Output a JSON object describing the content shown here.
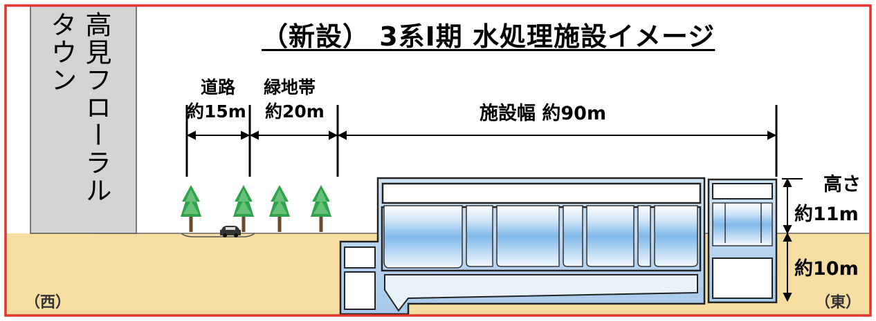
{
  "title": "（新設） 3系Ⅰ期  水処理施設イメージ",
  "town": {
    "line1": "高見フローラル",
    "line2": "タウン"
  },
  "road": {
    "name": "道路",
    "width": "約15m"
  },
  "greenbelt": {
    "name": "緑地帯",
    "width": "約20m"
  },
  "facility": {
    "width_label": "施設幅  約90m"
  },
  "height_above": {
    "name": "高さ",
    "value": "約11m"
  },
  "depth_below": {
    "value": "約10m"
  },
  "west": "（西）",
  "east": "（東）",
  "colors": {
    "frame": "#e5322d",
    "ground": "#f6dea2",
    "building": "#b3d3ef",
    "water": "#7fb8ea",
    "tank_interior": "#e9f2fb",
    "building_block": "#d4d4d4",
    "tree": "#2ea34a"
  },
  "icons": [
    "tree-icon",
    "car-icon"
  ]
}
